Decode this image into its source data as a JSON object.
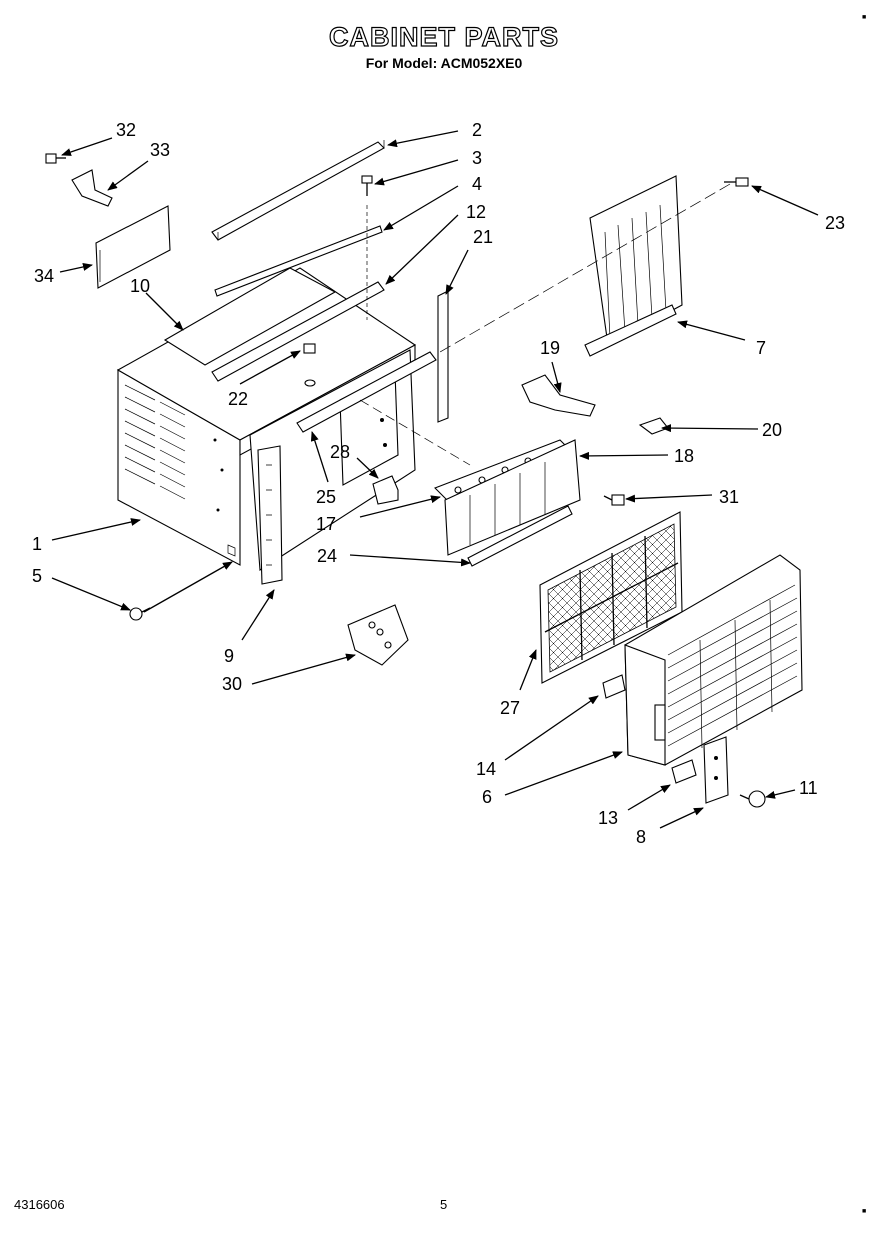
{
  "header": {
    "title": "CABINET PARTS",
    "subtitle": "For Model: ACM052XE0"
  },
  "footer": {
    "doc_number": "4316606",
    "page_number": "5"
  },
  "part_labels": [
    {
      "id": "1",
      "text": "1"
    },
    {
      "id": "2",
      "text": "2"
    },
    {
      "id": "3",
      "text": "3"
    },
    {
      "id": "4",
      "text": "4"
    },
    {
      "id": "5",
      "text": "5"
    },
    {
      "id": "6",
      "text": "6"
    },
    {
      "id": "7",
      "text": "7"
    },
    {
      "id": "8",
      "text": "8"
    },
    {
      "id": "9",
      "text": "9"
    },
    {
      "id": "10",
      "text": "10"
    },
    {
      "id": "11",
      "text": "11"
    },
    {
      "id": "12",
      "text": "12"
    },
    {
      "id": "13",
      "text": "13"
    },
    {
      "id": "14",
      "text": "14"
    },
    {
      "id": "17",
      "text": "17"
    },
    {
      "id": "18",
      "text": "18"
    },
    {
      "id": "19",
      "text": "19"
    },
    {
      "id": "20",
      "text": "20"
    },
    {
      "id": "21",
      "text": "21"
    },
    {
      "id": "22",
      "text": "22"
    },
    {
      "id": "23",
      "text": "23"
    },
    {
      "id": "24",
      "text": "24"
    },
    {
      "id": "25",
      "text": "25"
    },
    {
      "id": "27",
      "text": "27"
    },
    {
      "id": "28",
      "text": "28"
    },
    {
      "id": "30",
      "text": "30"
    },
    {
      "id": "31",
      "text": "31"
    },
    {
      "id": "32",
      "text": "32"
    },
    {
      "id": "33",
      "text": "33"
    },
    {
      "id": "34",
      "text": "34"
    }
  ]
}
